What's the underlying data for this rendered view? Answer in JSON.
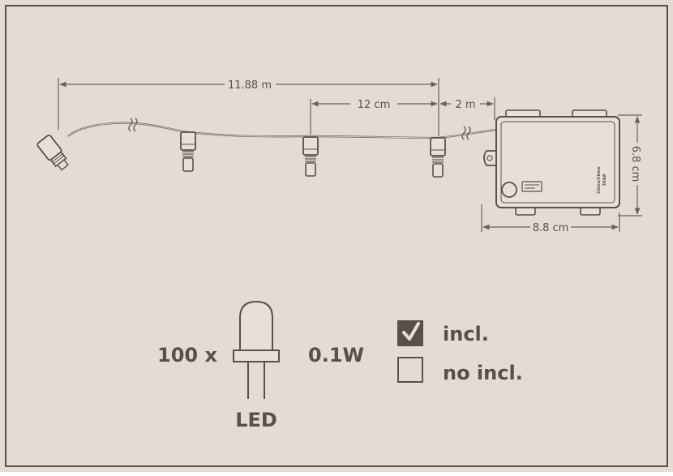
{
  "colors": {
    "background": "#e4dbd2",
    "frame": "#5a5048",
    "ink": "#5a5048",
    "dimension_line": "#6b615a",
    "fill": "#e8e0d8"
  },
  "dimensions": {
    "total_length": "11.88 m",
    "led_spacing": "12 cm",
    "lead_cable": "2 m",
    "box_width": "8.8 cm",
    "box_height": "6.8 cm"
  },
  "battery_box": {
    "label_line1": "Chine/Chine",
    "label_line2": "3XAA"
  },
  "specs": {
    "led_count": "100 x",
    "led_label": "LED",
    "power": "0.1W"
  },
  "legend": {
    "included_icon": "checkmark-icon",
    "included_label": "incl.",
    "not_included_icon": "empty-checkbox-icon",
    "not_included_label": "no incl."
  }
}
